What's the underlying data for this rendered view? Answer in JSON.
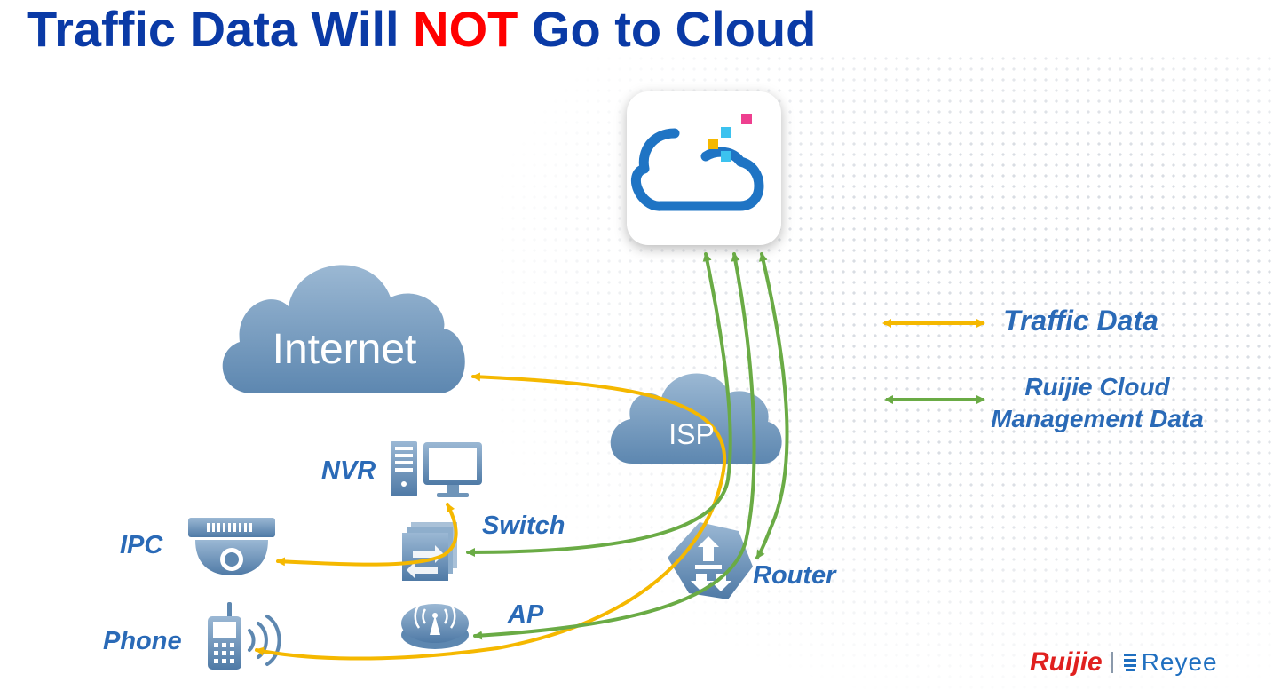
{
  "title": {
    "part1": "Traffic Data Will ",
    "highlight": "NOT",
    "part2": " Go to Cloud"
  },
  "clouds": {
    "internet": "Internet",
    "isp": "ISP"
  },
  "devices": {
    "nvr": "NVR",
    "switch": "Switch",
    "ipc": "IPC",
    "router": "Router",
    "ap": "AP",
    "phone": "Phone"
  },
  "legend": {
    "traffic": "Traffic  Data",
    "mgmt_line1": "Ruijie Cloud",
    "mgmt_line2": "Management Data"
  },
  "brand": {
    "ruijie": "Ruijie",
    "reyee": "Reyee"
  },
  "colors": {
    "title_blue": "#0a3aa6",
    "title_highlight": "#ff0000",
    "traffic_arrow": "#f5b800",
    "mgmt_arrow": "#6aab45",
    "label_blue": "#2a6ab7",
    "cloud_fill": "#6f95b9"
  }
}
